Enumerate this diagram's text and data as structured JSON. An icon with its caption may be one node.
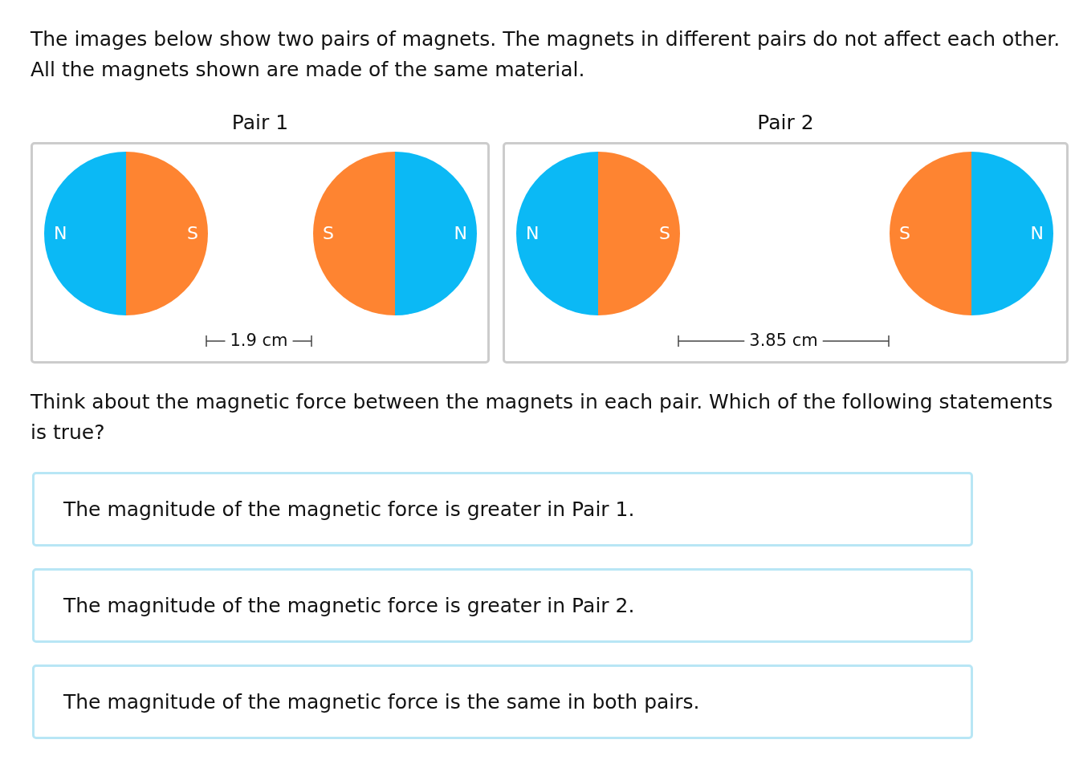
{
  "diagram": {
    "nodes": [
      {
        "text": [
          "Pair 1"
        ]
      },
      {
        "text": [
          "N",
          "S"
        ],
        "in": 0
      },
      {
        "text": [
          "S",
          "N"
        ],
        "in": 0
      },
      {
        "text": [
          "Pair 2"
        ]
      },
      {
        "text": [
          "N",
          "S"
        ],
        "in": 3
      },
      {
        "text": [
          "S",
          "N"
        ],
        "in": 3
      },
      {
        "text": [
          "The magnitude of the magnetic force is greater in Pair 1."
        ]
      },
      {
        "text": [
          "The magnitude of the magnetic force is greater in Pair 2."
        ]
      },
      {
        "text": [
          "The magnitude of the magnetic force is the same in both pairs."
        ]
      }
    ],
    "edges": [],
    "labels": [
      "The images below show two pairs of magnets. The magnets in different pairs do not affect each other. All the magnets shown are made of the same material.",
      "1.9 cm",
      "3.85 cm",
      "Think about the magnetic force between the magnets in each pair. Which of the following statements is true?"
    ]
  }
}
